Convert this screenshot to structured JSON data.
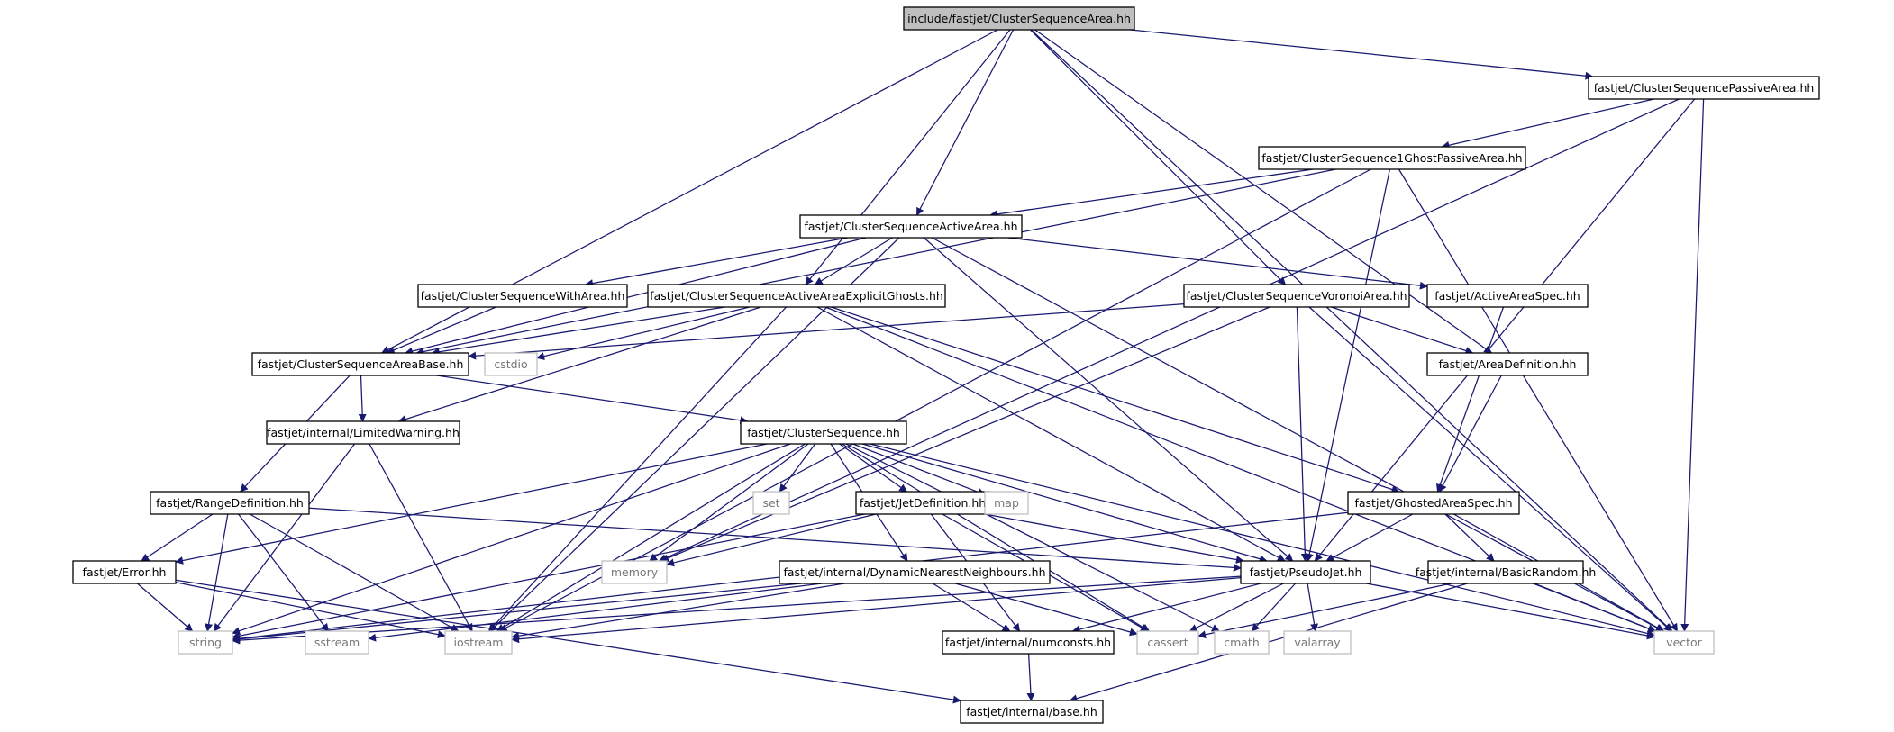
{
  "colors": {
    "edge": "#191970",
    "root_fill": "#bfbfbf",
    "node_border": "#000000",
    "external_border": "#bfbfbf",
    "external_text": "#777777",
    "node_text": "#000000",
    "background": "#ffffff"
  },
  "nodes": [
    {
      "id": "root",
      "label": "include/fastjet/ClusterSequenceArea.hh",
      "kind": "root"
    },
    {
      "id": "passive",
      "label": "fastjet/ClusterSequencePassiveArea.hh",
      "kind": "internal"
    },
    {
      "id": "ghostpassive",
      "label": "fastjet/ClusterSequence1GhostPassiveArea.hh",
      "kind": "internal"
    },
    {
      "id": "active",
      "label": "fastjet/ClusterSequenceActiveArea.hh",
      "kind": "internal"
    },
    {
      "id": "witharea",
      "label": "fastjet/ClusterSequenceWithArea.hh",
      "kind": "internal"
    },
    {
      "id": "explicit",
      "label": "fastjet/ClusterSequenceActiveAreaExplicitGhosts.hh",
      "kind": "internal"
    },
    {
      "id": "voronoi",
      "label": "fastjet/ClusterSequenceVoronoiArea.hh",
      "kind": "internal"
    },
    {
      "id": "activespec",
      "label": "fastjet/ActiveAreaSpec.hh",
      "kind": "internal"
    },
    {
      "id": "areabase",
      "label": "fastjet/ClusterSequenceAreaBase.hh",
      "kind": "internal"
    },
    {
      "id": "cstdio",
      "label": "cstdio",
      "kind": "external"
    },
    {
      "id": "areadef",
      "label": "fastjet/AreaDefinition.hh",
      "kind": "internal"
    },
    {
      "id": "limwarn",
      "label": "fastjet/internal/LimitedWarning.hh",
      "kind": "internal"
    },
    {
      "id": "cs",
      "label": "fastjet/ClusterSequence.hh",
      "kind": "internal"
    },
    {
      "id": "rangedef",
      "label": "fastjet/RangeDefinition.hh",
      "kind": "internal"
    },
    {
      "id": "set",
      "label": "set",
      "kind": "external"
    },
    {
      "id": "jetdef",
      "label": "fastjet/JetDefinition.hh",
      "kind": "internal"
    },
    {
      "id": "map",
      "label": "map",
      "kind": "external"
    },
    {
      "id": "ghosted",
      "label": "fastjet/GhostedAreaSpec.hh",
      "kind": "internal"
    },
    {
      "id": "error",
      "label": "fastjet/Error.hh",
      "kind": "internal"
    },
    {
      "id": "memory",
      "label": "memory",
      "kind": "external"
    },
    {
      "id": "dnn",
      "label": "fastjet/internal/DynamicNearestNeighbours.hh",
      "kind": "internal"
    },
    {
      "id": "pseudojet",
      "label": "fastjet/PseudoJet.hh",
      "kind": "internal"
    },
    {
      "id": "basicrandom",
      "label": "fastjet/internal/BasicRandom.hh",
      "kind": "internal"
    },
    {
      "id": "string",
      "label": "string",
      "kind": "external"
    },
    {
      "id": "sstream",
      "label": "sstream",
      "kind": "external"
    },
    {
      "id": "iostream",
      "label": "iostream",
      "kind": "external"
    },
    {
      "id": "numconsts",
      "label": "fastjet/internal/numconsts.hh",
      "kind": "internal"
    },
    {
      "id": "cassert",
      "label": "cassert",
      "kind": "external"
    },
    {
      "id": "cmath",
      "label": "cmath",
      "kind": "external"
    },
    {
      "id": "valarray",
      "label": "valarray",
      "kind": "external"
    },
    {
      "id": "vector",
      "label": "vector",
      "kind": "external"
    },
    {
      "id": "base",
      "label": "fastjet/internal/base.hh",
      "kind": "internal"
    }
  ],
  "edges": [
    [
      "root",
      "passive"
    ],
    [
      "root",
      "active"
    ],
    [
      "root",
      "explicit"
    ],
    [
      "root",
      "voronoi"
    ],
    [
      "root",
      "areabase"
    ],
    [
      "root",
      "areadef"
    ],
    [
      "root",
      "vector"
    ],
    [
      "passive",
      "ghostpassive"
    ],
    [
      "passive",
      "pseudojet"
    ],
    [
      "passive",
      "vector"
    ],
    [
      "passive",
      "memory"
    ],
    [
      "ghostpassive",
      "active"
    ],
    [
      "ghostpassive",
      "areabase"
    ],
    [
      "ghostpassive",
      "pseudojet"
    ],
    [
      "ghostpassive",
      "iostream"
    ],
    [
      "ghostpassive",
      "vector"
    ],
    [
      "active",
      "witharea"
    ],
    [
      "active",
      "explicit"
    ],
    [
      "active",
      "areabase"
    ],
    [
      "active",
      "activespec"
    ],
    [
      "active",
      "pseudojet"
    ],
    [
      "active",
      "iostream"
    ],
    [
      "active",
      "vector"
    ],
    [
      "witharea",
      "areabase"
    ],
    [
      "explicit",
      "areabase"
    ],
    [
      "explicit",
      "cstdio"
    ],
    [
      "explicit",
      "limwarn"
    ],
    [
      "explicit",
      "ghosted"
    ],
    [
      "explicit",
      "pseudojet"
    ],
    [
      "explicit",
      "iostream"
    ],
    [
      "explicit",
      "vector"
    ],
    [
      "voronoi",
      "areabase"
    ],
    [
      "voronoi",
      "areadef"
    ],
    [
      "voronoi",
      "pseudojet"
    ],
    [
      "voronoi",
      "memory"
    ],
    [
      "voronoi",
      "vector"
    ],
    [
      "activespec",
      "ghosted"
    ],
    [
      "areabase",
      "cs"
    ],
    [
      "areabase",
      "limwarn"
    ],
    [
      "areabase",
      "rangedef"
    ],
    [
      "areadef",
      "ghosted"
    ],
    [
      "limwarn",
      "iostream"
    ],
    [
      "limwarn",
      "string"
    ],
    [
      "cs",
      "jetdef"
    ],
    [
      "cs",
      "set"
    ],
    [
      "cs",
      "map"
    ],
    [
      "cs",
      "memory"
    ],
    [
      "cs",
      "dnn"
    ],
    [
      "cs",
      "pseudojet"
    ],
    [
      "cs",
      "error"
    ],
    [
      "cs",
      "string"
    ],
    [
      "cs",
      "iostream"
    ],
    [
      "cs",
      "cassert"
    ],
    [
      "cs",
      "cmath"
    ],
    [
      "cs",
      "vector"
    ],
    [
      "rangedef",
      "error"
    ],
    [
      "rangedef",
      "pseudojet"
    ],
    [
      "rangedef",
      "string"
    ],
    [
      "rangedef",
      "sstream"
    ],
    [
      "rangedef",
      "iostream"
    ],
    [
      "jetdef",
      "pseudojet"
    ],
    [
      "jetdef",
      "memory"
    ],
    [
      "jetdef",
      "string"
    ],
    [
      "jetdef",
      "numconsts"
    ],
    [
      "jetdef",
      "cassert"
    ],
    [
      "ghosted",
      "pseudojet"
    ],
    [
      "ghosted",
      "basicrandom"
    ],
    [
      "ghosted",
      "vector"
    ],
    [
      "ghosted",
      "string"
    ],
    [
      "error",
      "string"
    ],
    [
      "error",
      "iostream"
    ],
    [
      "error",
      "base"
    ],
    [
      "dnn",
      "numconsts"
    ],
    [
      "dnn",
      "string"
    ],
    [
      "dnn",
      "iostream"
    ],
    [
      "dnn",
      "cassert"
    ],
    [
      "dnn",
      "sstream"
    ],
    [
      "pseudojet",
      "numconsts"
    ],
    [
      "pseudojet",
      "iostream"
    ],
    [
      "pseudojet",
      "cmath"
    ],
    [
      "pseudojet",
      "valarray"
    ],
    [
      "pseudojet",
      "vector"
    ],
    [
      "pseudojet",
      "cassert"
    ],
    [
      "pseudojet",
      "string"
    ],
    [
      "basicrandom",
      "base"
    ],
    [
      "basicrandom",
      "vector"
    ],
    [
      "basicrandom",
      "cassert"
    ],
    [
      "numconsts",
      "base"
    ]
  ]
}
